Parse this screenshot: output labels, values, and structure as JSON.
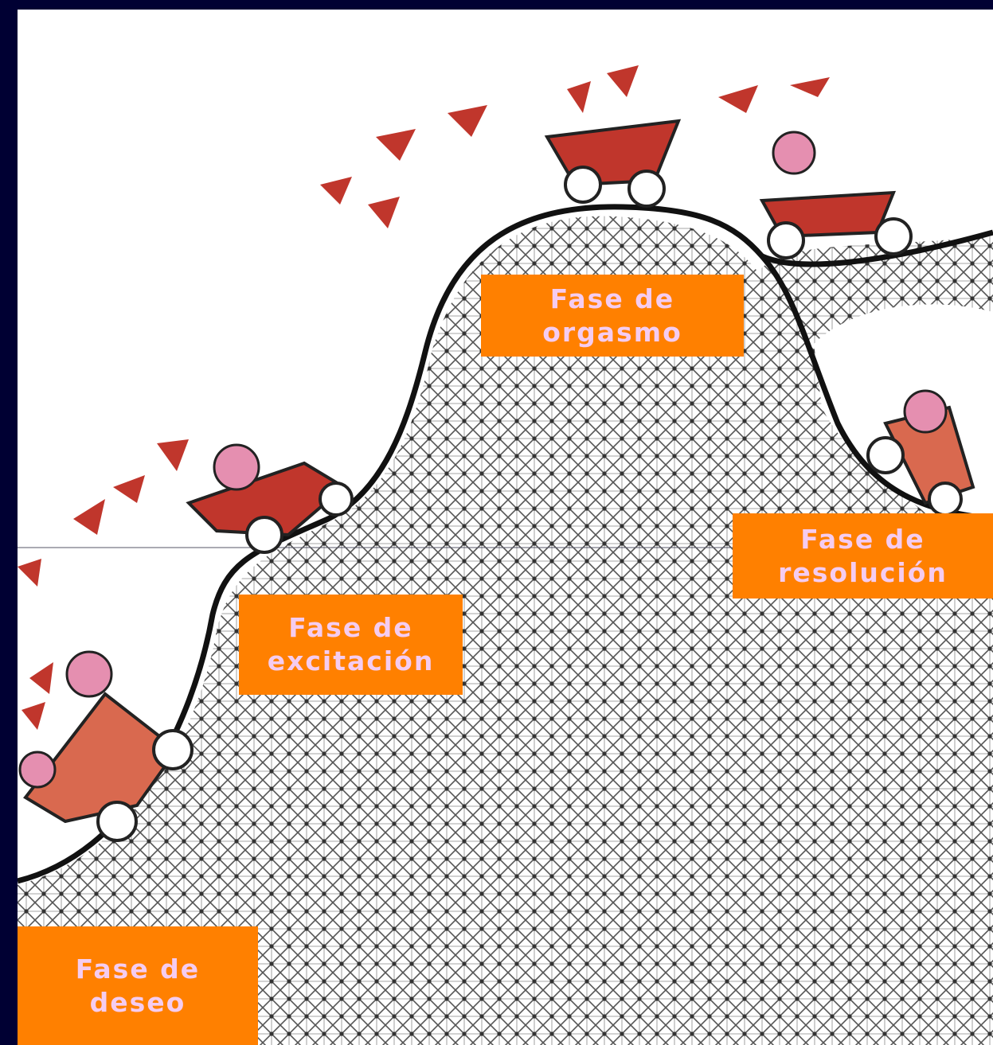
{
  "colors": {
    "frame": "#000033",
    "background": "#ffffff",
    "label_box": "#ff8000",
    "label_text": "#f5ccf0",
    "track": "#111111",
    "hatch": "#555555",
    "cart": "#c0362c",
    "cart_light": "#d9694f",
    "rider": "#e58fb0"
  },
  "phases": [
    {
      "id": "deseo",
      "line1": "Fase de",
      "line2": "deseo"
    },
    {
      "id": "excitacion",
      "line1": "Fase de",
      "line2": "excitación"
    },
    {
      "id": "orgasmo",
      "line1": "Fase de",
      "line2": "orgasmo"
    },
    {
      "id": "resolucion",
      "line1": "Fase de",
      "line2": "resolución"
    }
  ],
  "illustration": {
    "track": "roller-coaster-curve",
    "carts": [
      "cart-deseo",
      "cart-excitacion",
      "cart-orgasmo",
      "cart-plateau",
      "cart-resolucion"
    ]
  }
}
